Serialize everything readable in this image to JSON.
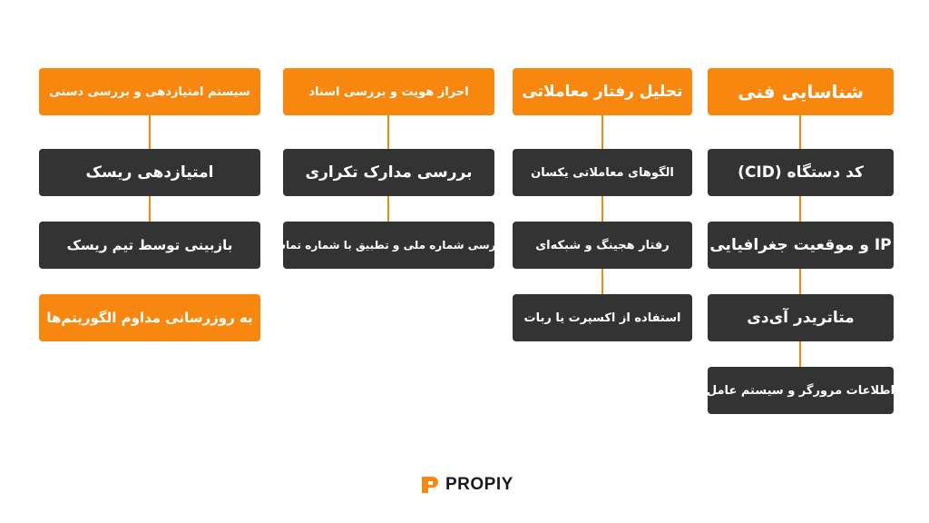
{
  "columns": [
    {
      "header": "شناسایی فنی",
      "items": [
        "کد دستگاه (CID)",
        "IP و موقعیت جغرافیایی",
        "متاتریدر آی‌دی",
        "اطلاعات مرورگر و سیستم عامل"
      ]
    },
    {
      "header": "تحلیل رفتار معاملاتی",
      "items": [
        "الگوهای معاملاتی یکسان",
        "رفتار هجینگ و شبکه‌ای",
        "استفاده از اکسپرت یا ربات"
      ]
    },
    {
      "header": "احراز هویت و بررسی اسناد",
      "items": [
        "بررسی مدارک تکراری",
        "بررسی شماره ملی و تطبیق با شماره تماس"
      ]
    },
    {
      "header": "سیستم امتیازدهی و بررسی دستی",
      "items": [
        "امتیازدهی ریسک",
        "بازبینی توسط تیم ریسک",
        "به روزرسانی مداوم الگوریتم‌ها"
      ]
    }
  ],
  "brand": {
    "name": "PROPIY"
  },
  "colors": {
    "accent": "#F7870E",
    "dark": "#333333"
  }
}
